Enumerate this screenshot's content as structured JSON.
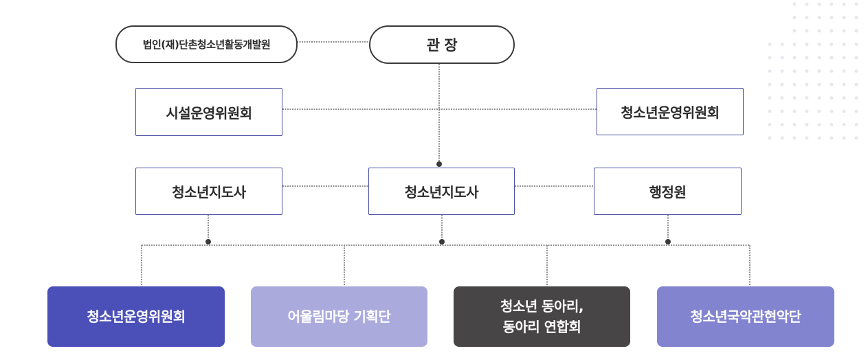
{
  "colors": {
    "line": "#9a9a9a",
    "dot": "#3a3a3a",
    "box_border": "#4a4fa6",
    "team_1": "#4b4fb8",
    "team_2": "#aaaadd",
    "team_3": "#474545",
    "team_4": "#8384cf",
    "decor_dots": "#e6e6ec"
  },
  "org": {
    "foundation": "법인(재)단촌청소년활동개발원",
    "director": "관 장",
    "facility_committee": "시설운영위원회",
    "youth_committee_top": "청소년운영위원회",
    "instructor_left": "청소년지도사",
    "instructor_center": "청소년지도사",
    "admin": "행정원"
  },
  "teams": [
    {
      "label": "청소년운영위원회"
    },
    {
      "label": "어울림마당 기획단"
    },
    {
      "label_line1": "청소년 동아리,",
      "label_line2": "동아리 연합회"
    },
    {
      "label": "청소년국악관현악단"
    }
  ]
}
